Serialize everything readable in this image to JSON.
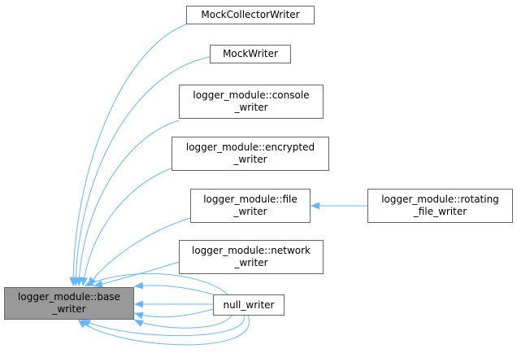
{
  "nodes": {
    "base_writer": {
      "line1": "logger_module::base",
      "line2": "_writer"
    },
    "mock_collector_writer": {
      "line1": "MockCollectorWriter"
    },
    "mock_writer": {
      "line1": "MockWriter"
    },
    "console_writer": {
      "line1": "logger_module::console",
      "line2": "_writer"
    },
    "encrypted_writer": {
      "line1": "logger_module::encrypted",
      "line2": "_writer"
    },
    "file_writer": {
      "line1": "logger_module::file",
      "line2": "_writer"
    },
    "rotating_file_writer": {
      "line1": "logger_module::rotating",
      "line2": "_file_writer"
    },
    "network_writer": {
      "line1": "logger_module::network",
      "line2": "_writer"
    },
    "null_writer": {
      "line1": "null_writer"
    }
  },
  "colors": {
    "edge": "#63b8ff",
    "node_border": "#666666",
    "base_fill": "#999999"
  }
}
